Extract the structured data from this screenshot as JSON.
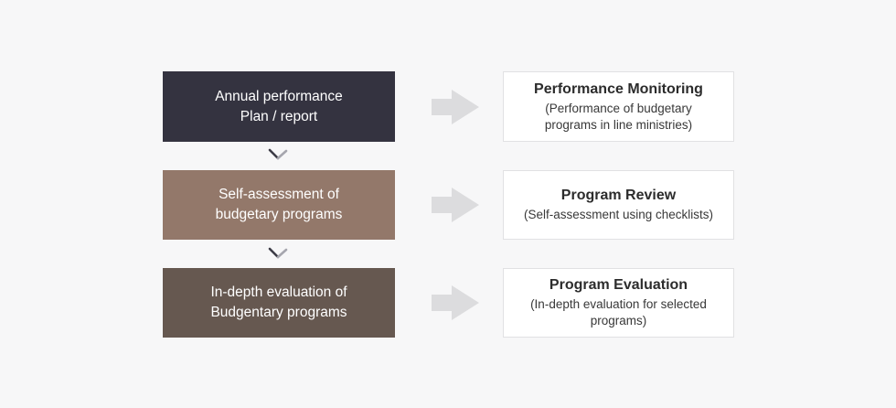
{
  "colors": {
    "background": "#f7f7f8",
    "source_box_1": "#343340",
    "source_box_2": "#93786a",
    "source_box_3": "#665850",
    "result_box_bg": "#ffffff",
    "result_box_border": "#e1e1e3",
    "arrow": "#dcdcde",
    "chevron_dark": "#3c3b46",
    "chevron_light": "#a6a6ae",
    "source_text": "#ffffff",
    "result_title_text": "#2c2c2c",
    "result_subtitle_text": "#383838"
  },
  "rows": [
    {
      "source": {
        "lines": [
          "Annual performance",
          "Plan / report"
        ],
        "bg_color": "#343340"
      },
      "result": {
        "title": "Performance Monitoring",
        "subtitle": "(Performance of budgetary programs in line ministries)",
        "subtitle_lines": [
          "(Performance of budgetary",
          "programs in line ministries)"
        ]
      }
    },
    {
      "source": {
        "lines": [
          "Self-assessment of",
          "budgetary programs"
        ],
        "bg_color": "#93786a"
      },
      "result": {
        "title": "Program Review",
        "subtitle": "(Self-assessment using checklists)",
        "subtitle_lines": [
          "(Self-assessment using checklists)"
        ]
      }
    },
    {
      "source": {
        "lines": [
          "In-depth evaluation of",
          "Budgentary programs"
        ],
        "bg_color": "#665850"
      },
      "result": {
        "title": "Program Evaluation",
        "subtitle": "(In-depth evaluation for selected programs)",
        "subtitle_lines": [
          "(In-depth evaluation for selected",
          "programs)"
        ]
      }
    }
  ]
}
